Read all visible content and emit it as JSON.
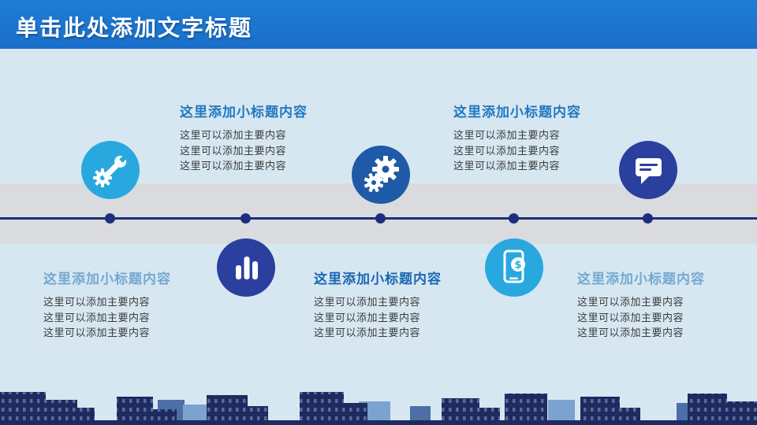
{
  "title": "单击此处添加文字标题",
  "blocks": [
    {
      "id": "top-left",
      "heading": "这里添加小标题内容",
      "heading_color": "#2178bf",
      "lines": [
        "这里可以添加主要内容",
        "这里可以添加主要内容",
        "这里可以添加主要内容"
      ]
    },
    {
      "id": "top-right",
      "heading": "这里添加小标题内容",
      "heading_color": "#2178bf",
      "lines": [
        "这里可以添加主要内容",
        "这里可以添加主要内容",
        "这里可以添加主要内容"
      ]
    },
    {
      "id": "bottom-left",
      "heading": "这里添加小标题内容",
      "heading_color": "#74a9d0",
      "lines": [
        "这里可以添加主要内容",
        "这里可以添加主要内容",
        "这里可以添加主要内容"
      ]
    },
    {
      "id": "bottom-center",
      "heading": "这里添加小标题内容",
      "heading_color": "#1a67b3",
      "lines": [
        "这里可以添加主要内容",
        "这里可以添加主要内容",
        "这里可以添加主要内容"
      ]
    },
    {
      "id": "bottom-right",
      "heading": "这里添加小标题内容",
      "heading_color": "#74a9d0",
      "lines": [
        "这里可以添加主要内容",
        "这里可以添加主要内容",
        "这里可以添加主要内容"
      ]
    }
  ],
  "icons": [
    "wrench-icon",
    "bar-chart-icon",
    "gears-icon",
    "mobile-payment-icon",
    "chat-icon"
  ],
  "colors": {
    "header": "#1a6fc9",
    "background": "#d7e7f2",
    "band": "#dadbde",
    "timeline": "#1c2f7d",
    "circle_light_blue": "#29a8e0",
    "circle_indigo": "#2b3f9e",
    "circle_blue": "#1e5aa8",
    "skyline_dark": "#1f2a5e",
    "skyline_light": "#7ba3cf"
  }
}
